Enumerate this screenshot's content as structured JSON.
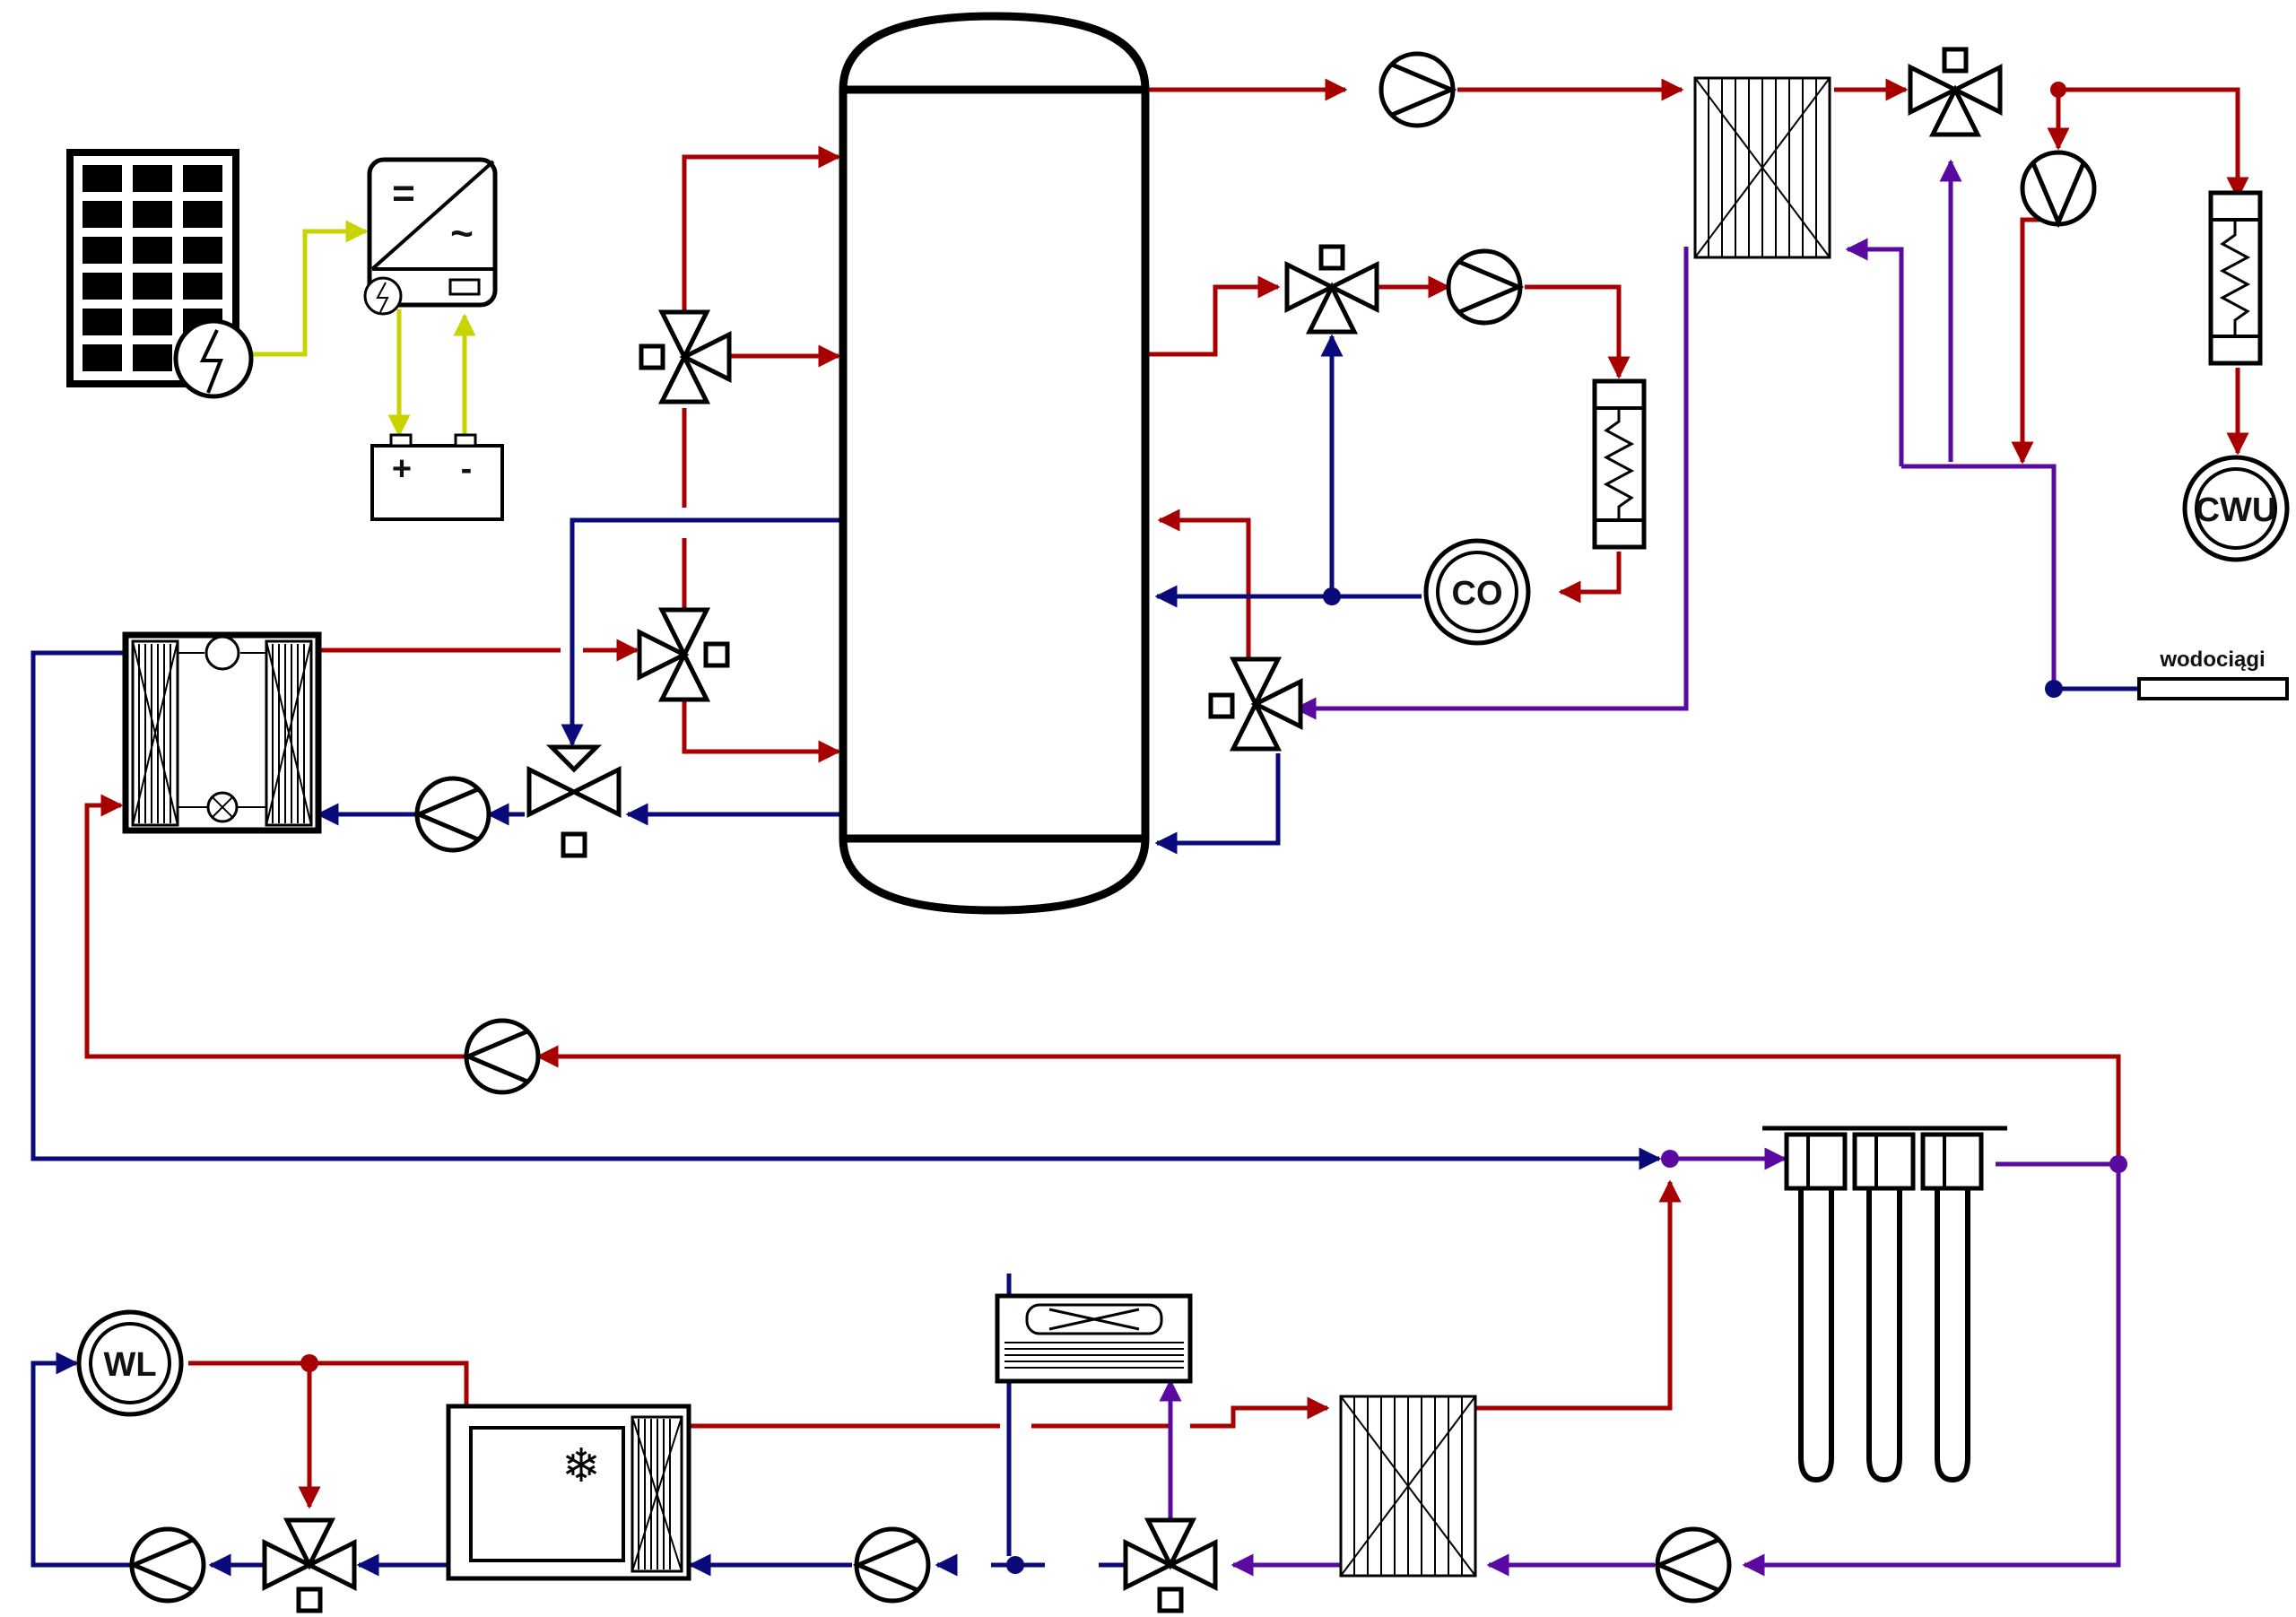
{
  "labels": {
    "cwu": "CWU",
    "co": "CO",
    "wl": "WL",
    "wodociagi": "wodociągi",
    "battery_plus": "+",
    "battery_minus": "-",
    "inverter_dc": "=",
    "inverter_ac": "~"
  },
  "colors": {
    "hot": "#a80000",
    "cold": "#0a0a7a",
    "mixed": "#5a0aa0",
    "electric": "#c8d400",
    "outline": "#000000"
  },
  "icons": [
    "solar-panel-icon",
    "lightning-icon",
    "inverter-icon",
    "battery-icon",
    "pump-icon",
    "three-way-valve-icon",
    "heat-exchanger-icon",
    "radiator-icon",
    "snowflake-icon",
    "fan-icon",
    "ground-probe-icon"
  ]
}
